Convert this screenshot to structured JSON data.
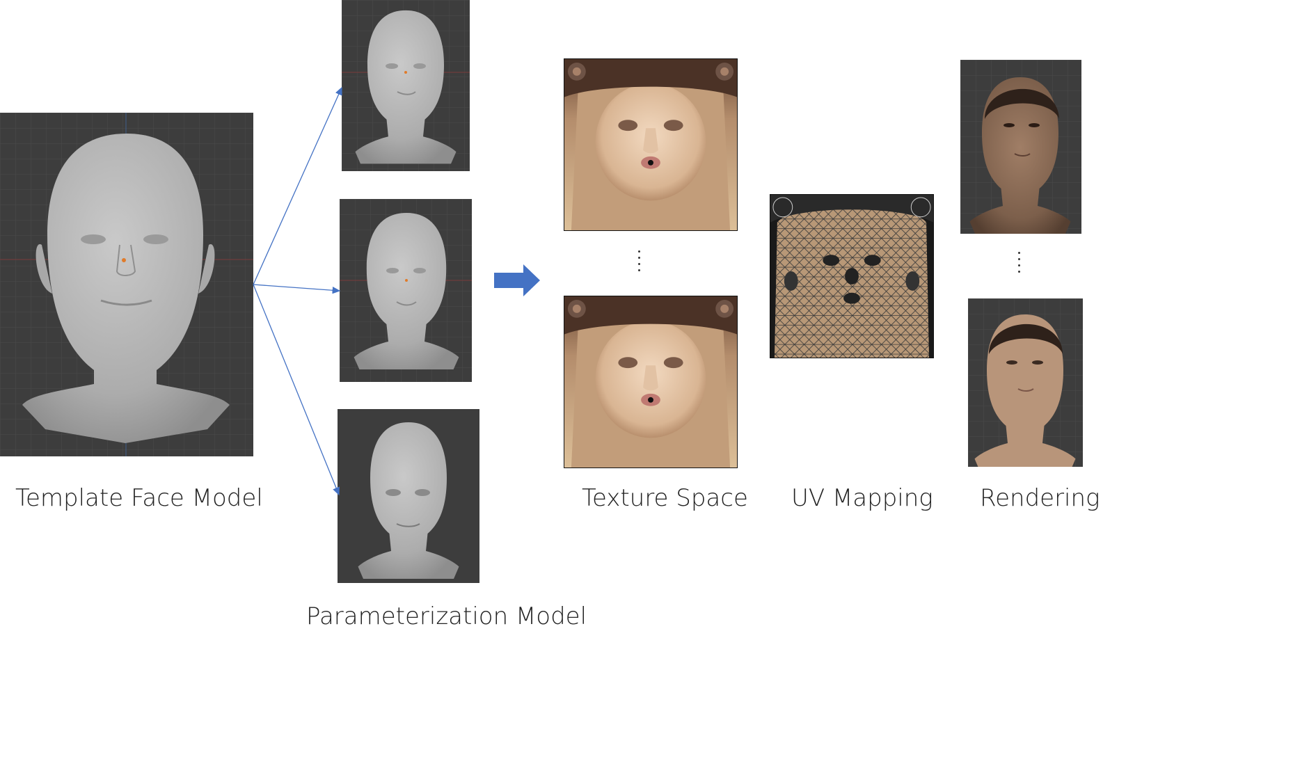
{
  "labels": {
    "template": "Template Face Model",
    "parameterization": "Parameterization Model",
    "texture": "Texture Space",
    "uv": "UV Mapping",
    "rendering": "Rendering"
  },
  "colors": {
    "viewport_bg": "#3d3d3d",
    "mesh_gray": "#b2b2b2",
    "connector_blue": "#4472c4",
    "skin": "#d7b592",
    "hair": "#3a2a22"
  },
  "icons": {
    "flow_arrow": "right-block-arrow",
    "ellipsis": "vertical-dots"
  }
}
